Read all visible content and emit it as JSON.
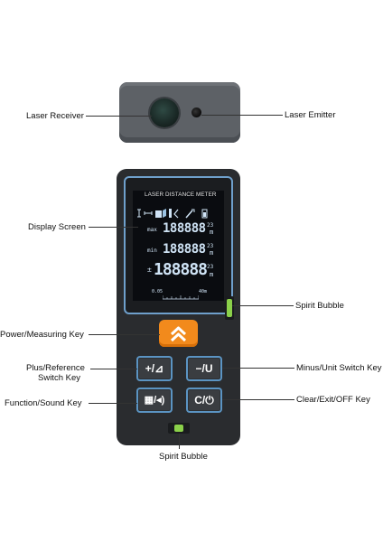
{
  "labels": {
    "laser_receiver": "Laser Receiver",
    "laser_emitter": "Laser Emitter",
    "display_screen": "Display Screen",
    "spirit_bubble_right": "Spirit Bubble",
    "power_key": "Power/Measuring Key",
    "plus_key_line1": "Plus/Reference",
    "plus_key_line2": "Switch Key",
    "minus_key": "Minus/Unit Switch Key",
    "function_key": "Function/Sound Key",
    "clear_key": "Clear/Exit/OFF Key",
    "spirit_bubble_bottom": "Spirit Bubble"
  },
  "lcd": {
    "title": "LASER DISTANCE METER",
    "max_label": "max",
    "min_label": "min",
    "digits": "188888",
    "small_digits": "23",
    "unit_m": "m",
    "scale_start": "0.05",
    "scale_end": "40m"
  },
  "keys": {
    "plus": "+/⊿",
    "minus": "−/U",
    "function": "▦/◂)",
    "clear": "C/⏻"
  },
  "colors": {
    "device_body": "#2a2c2f",
    "accent_blue": "#6fa0cc",
    "power_orange": "#f28a1c",
    "bubble_green": "#8bd14a"
  }
}
